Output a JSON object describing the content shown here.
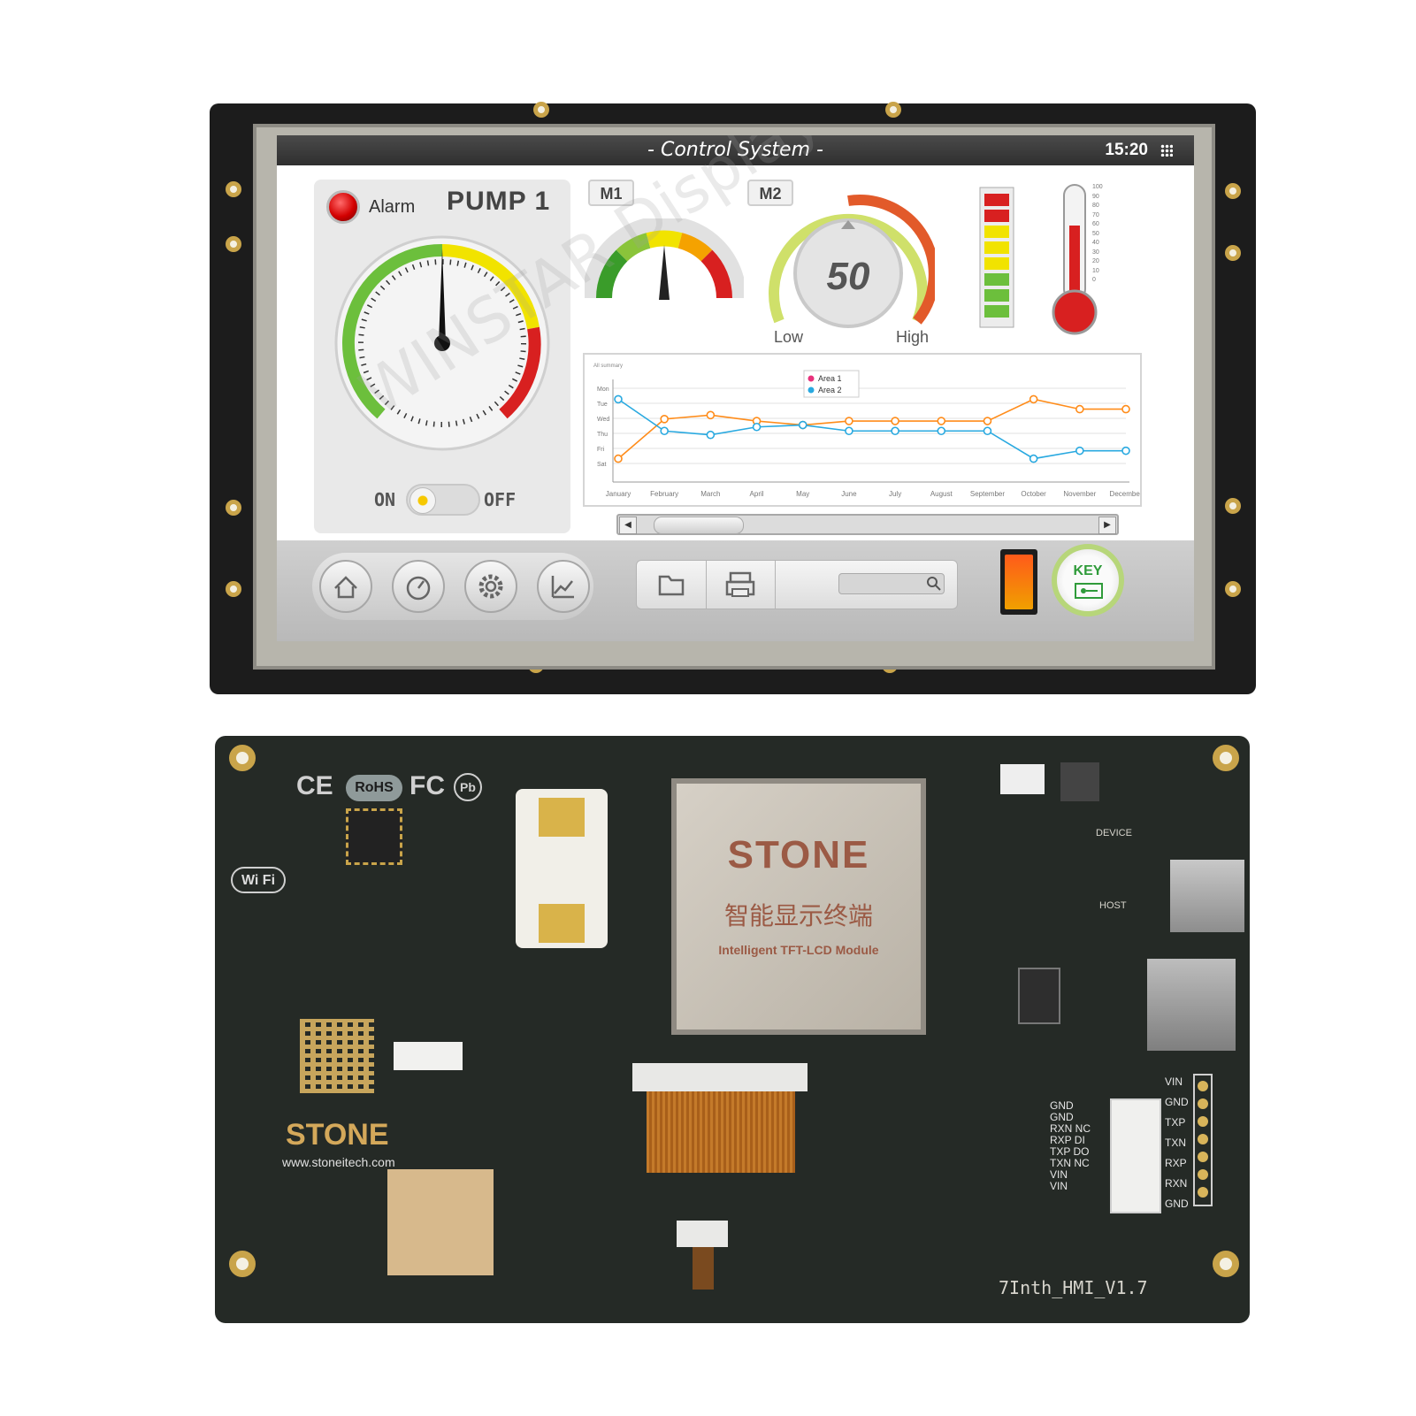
{
  "hmi_screen": {
    "title": "- Control System -",
    "clock": "15:20",
    "pump_panel": {
      "alarm_label": "Alarm",
      "title": "PUMP 1",
      "toggle_on": "ON",
      "toggle_off": "OFF"
    },
    "meters": {
      "m1_label": "M1",
      "m2_label": "M2",
      "m2_value": "50",
      "m2_low": "Low",
      "m2_high": "High"
    },
    "thermometer_scale": [
      "100",
      "90",
      "80",
      "70",
      "60",
      "50",
      "40",
      "30",
      "20",
      "10",
      "0"
    ],
    "watermark": "WINSTAR Display Co.,Ltd."
  },
  "chart_data": {
    "type": "line",
    "categories": [
      "January",
      "February",
      "March",
      "April",
      "May",
      "June",
      "July",
      "August",
      "September",
      "October",
      "November",
      "December"
    ],
    "y_tick_labels": [
      "Mon",
      "Tue",
      "Wed",
      "Thu",
      "Fri",
      "Sat"
    ],
    "corner_label": "All summary",
    "series": [
      {
        "name": "Area 1",
        "color": "#ff8c1a",
        "values": [
          1.0,
          3.0,
          3.2,
          2.9,
          2.7,
          2.9,
          2.9,
          2.9,
          2.9,
          4.0,
          3.5,
          3.5
        ]
      },
      {
        "name": "Area 2",
        "color": "#29a9e0",
        "values": [
          4.0,
          2.4,
          2.2,
          2.6,
          2.7,
          2.4,
          2.4,
          2.4,
          2.4,
          1.0,
          1.4,
          1.4
        ]
      }
    ],
    "ylim": [
      0,
      5
    ],
    "grid": true,
    "legend": "top-center"
  },
  "bottom_bar": {
    "nav_icons": [
      "home-icon",
      "gauge-icon",
      "gear-icon",
      "chart-icon"
    ],
    "file_icons": [
      "folder-icon",
      "printer-icon"
    ],
    "search_icon": "search-icon",
    "key_label": "KEY"
  },
  "pcb": {
    "cert_ce": "CE",
    "cert_rohs": "RoHS",
    "cert_fc": "FC",
    "wifi_badge": "Wi Fi",
    "shield_brand": "STONE",
    "shield_cn": "智能显示终端",
    "shield_sub": "Intelligent TFT-LCD Module",
    "logo": "STONE",
    "url": "www.stoneitech.com",
    "model": "7Inth_HMI_V1.7",
    "device_label": "DEVICE",
    "host_label": "HOST",
    "pins_left": [
      "GND",
      "GND",
      "RXN NC",
      "RXP DI",
      "TXP DO",
      "TXN NC",
      "VIN",
      "VIN"
    ],
    "pins_right": [
      "VIN",
      "GND",
      "TXP",
      "TXN",
      "RXP",
      "RXN",
      "GND"
    ]
  },
  "colors": {
    "bezel": "#1c1c1c",
    "pcb": "#252a26",
    "alarm_red": "#d30000",
    "gauge_green": "#5cb531",
    "gauge_yellow": "#f1e300",
    "gauge_red": "#d82020",
    "brand_copper": "#9b5a45",
    "logo_gold": "#d4a85a"
  }
}
